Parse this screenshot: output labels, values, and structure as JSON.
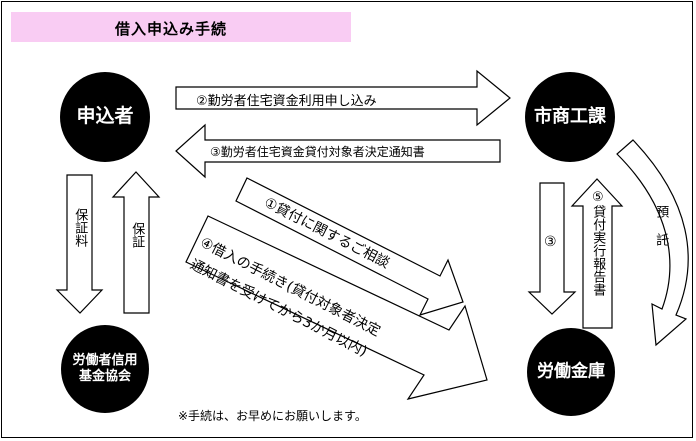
{
  "title": "借入申込み手続",
  "nodes": {
    "applicant": "申込者",
    "city_office": "市商工課",
    "guarantee_assoc": [
      "労働者信用",
      "基金協会"
    ],
    "bank": "労働金庫"
  },
  "arrows": {
    "apply": "②勤労者住宅資金利用申し込み",
    "notify": "③勤労者住宅資金貸付対象者決定通知書",
    "consult": "①貸付に関するご相談",
    "procedure_line1": "④借入の手続き(貸付対象者決定",
    "procedure_line2": "通知書を受けてから3か月以内)",
    "guarantee_fee": "保証料",
    "guarantee": "保証",
    "city_to_bank": "③",
    "report": "⑤貸付実行報告書",
    "deposit": "預 託"
  },
  "note": "※手続は、お早めにお願いします。"
}
